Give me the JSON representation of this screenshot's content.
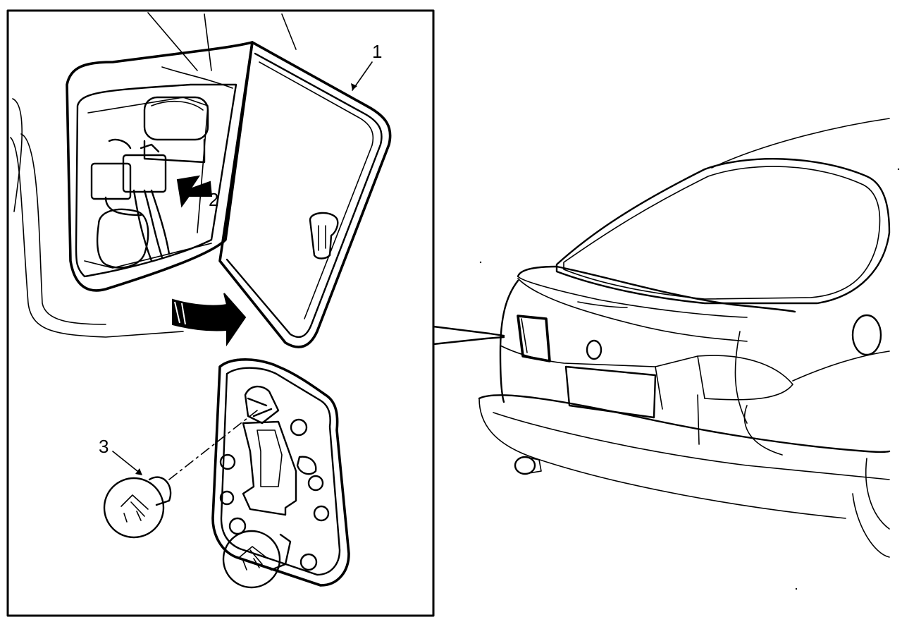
{
  "callouts": {
    "lamp_cover": "1",
    "release_tab": "2",
    "bulb": "3"
  },
  "colors": {
    "ink": "#000000",
    "paper": "#ffffff"
  }
}
